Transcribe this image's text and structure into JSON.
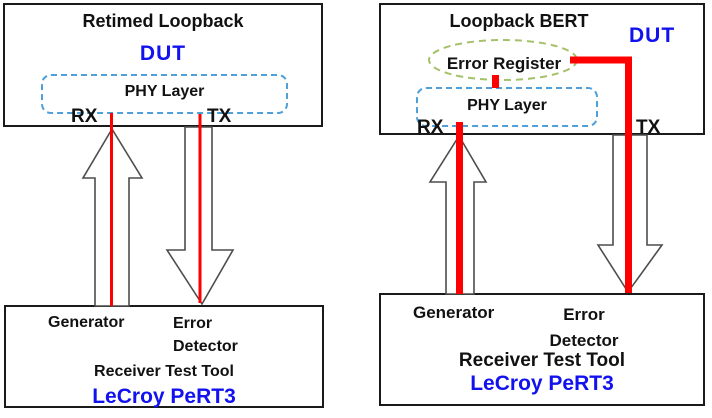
{
  "colors": {
    "accent-red": "#ff0000",
    "brand-blue": "#1212ee",
    "phy-border-blue": "#4f9fd9",
    "ellipse-green": "#a5c06a",
    "arrow-gray": "#4d4d4d",
    "border-dark": "#1a1a1a"
  },
  "left": {
    "dut": {
      "title": "Retimed Loopback",
      "label": "DUT",
      "phy": "PHY Layer",
      "rx": "RX",
      "tx": "TX"
    },
    "tester": {
      "generator": "Generator",
      "error_detector": "Error Detector",
      "subtitle": "Receiver Test Tool",
      "brand": "LeCroy PeRT3"
    }
  },
  "right": {
    "dut": {
      "title": "Loopback BERT",
      "label": "DUT",
      "error_register": "Error Register",
      "phy": "PHY Layer",
      "rx": "RX",
      "tx": "TX"
    },
    "tester": {
      "generator": "Generator",
      "error_detector": "Error Detector",
      "subtitle": "Receiver Test Tool",
      "brand": "LeCroy PeRT3"
    }
  }
}
